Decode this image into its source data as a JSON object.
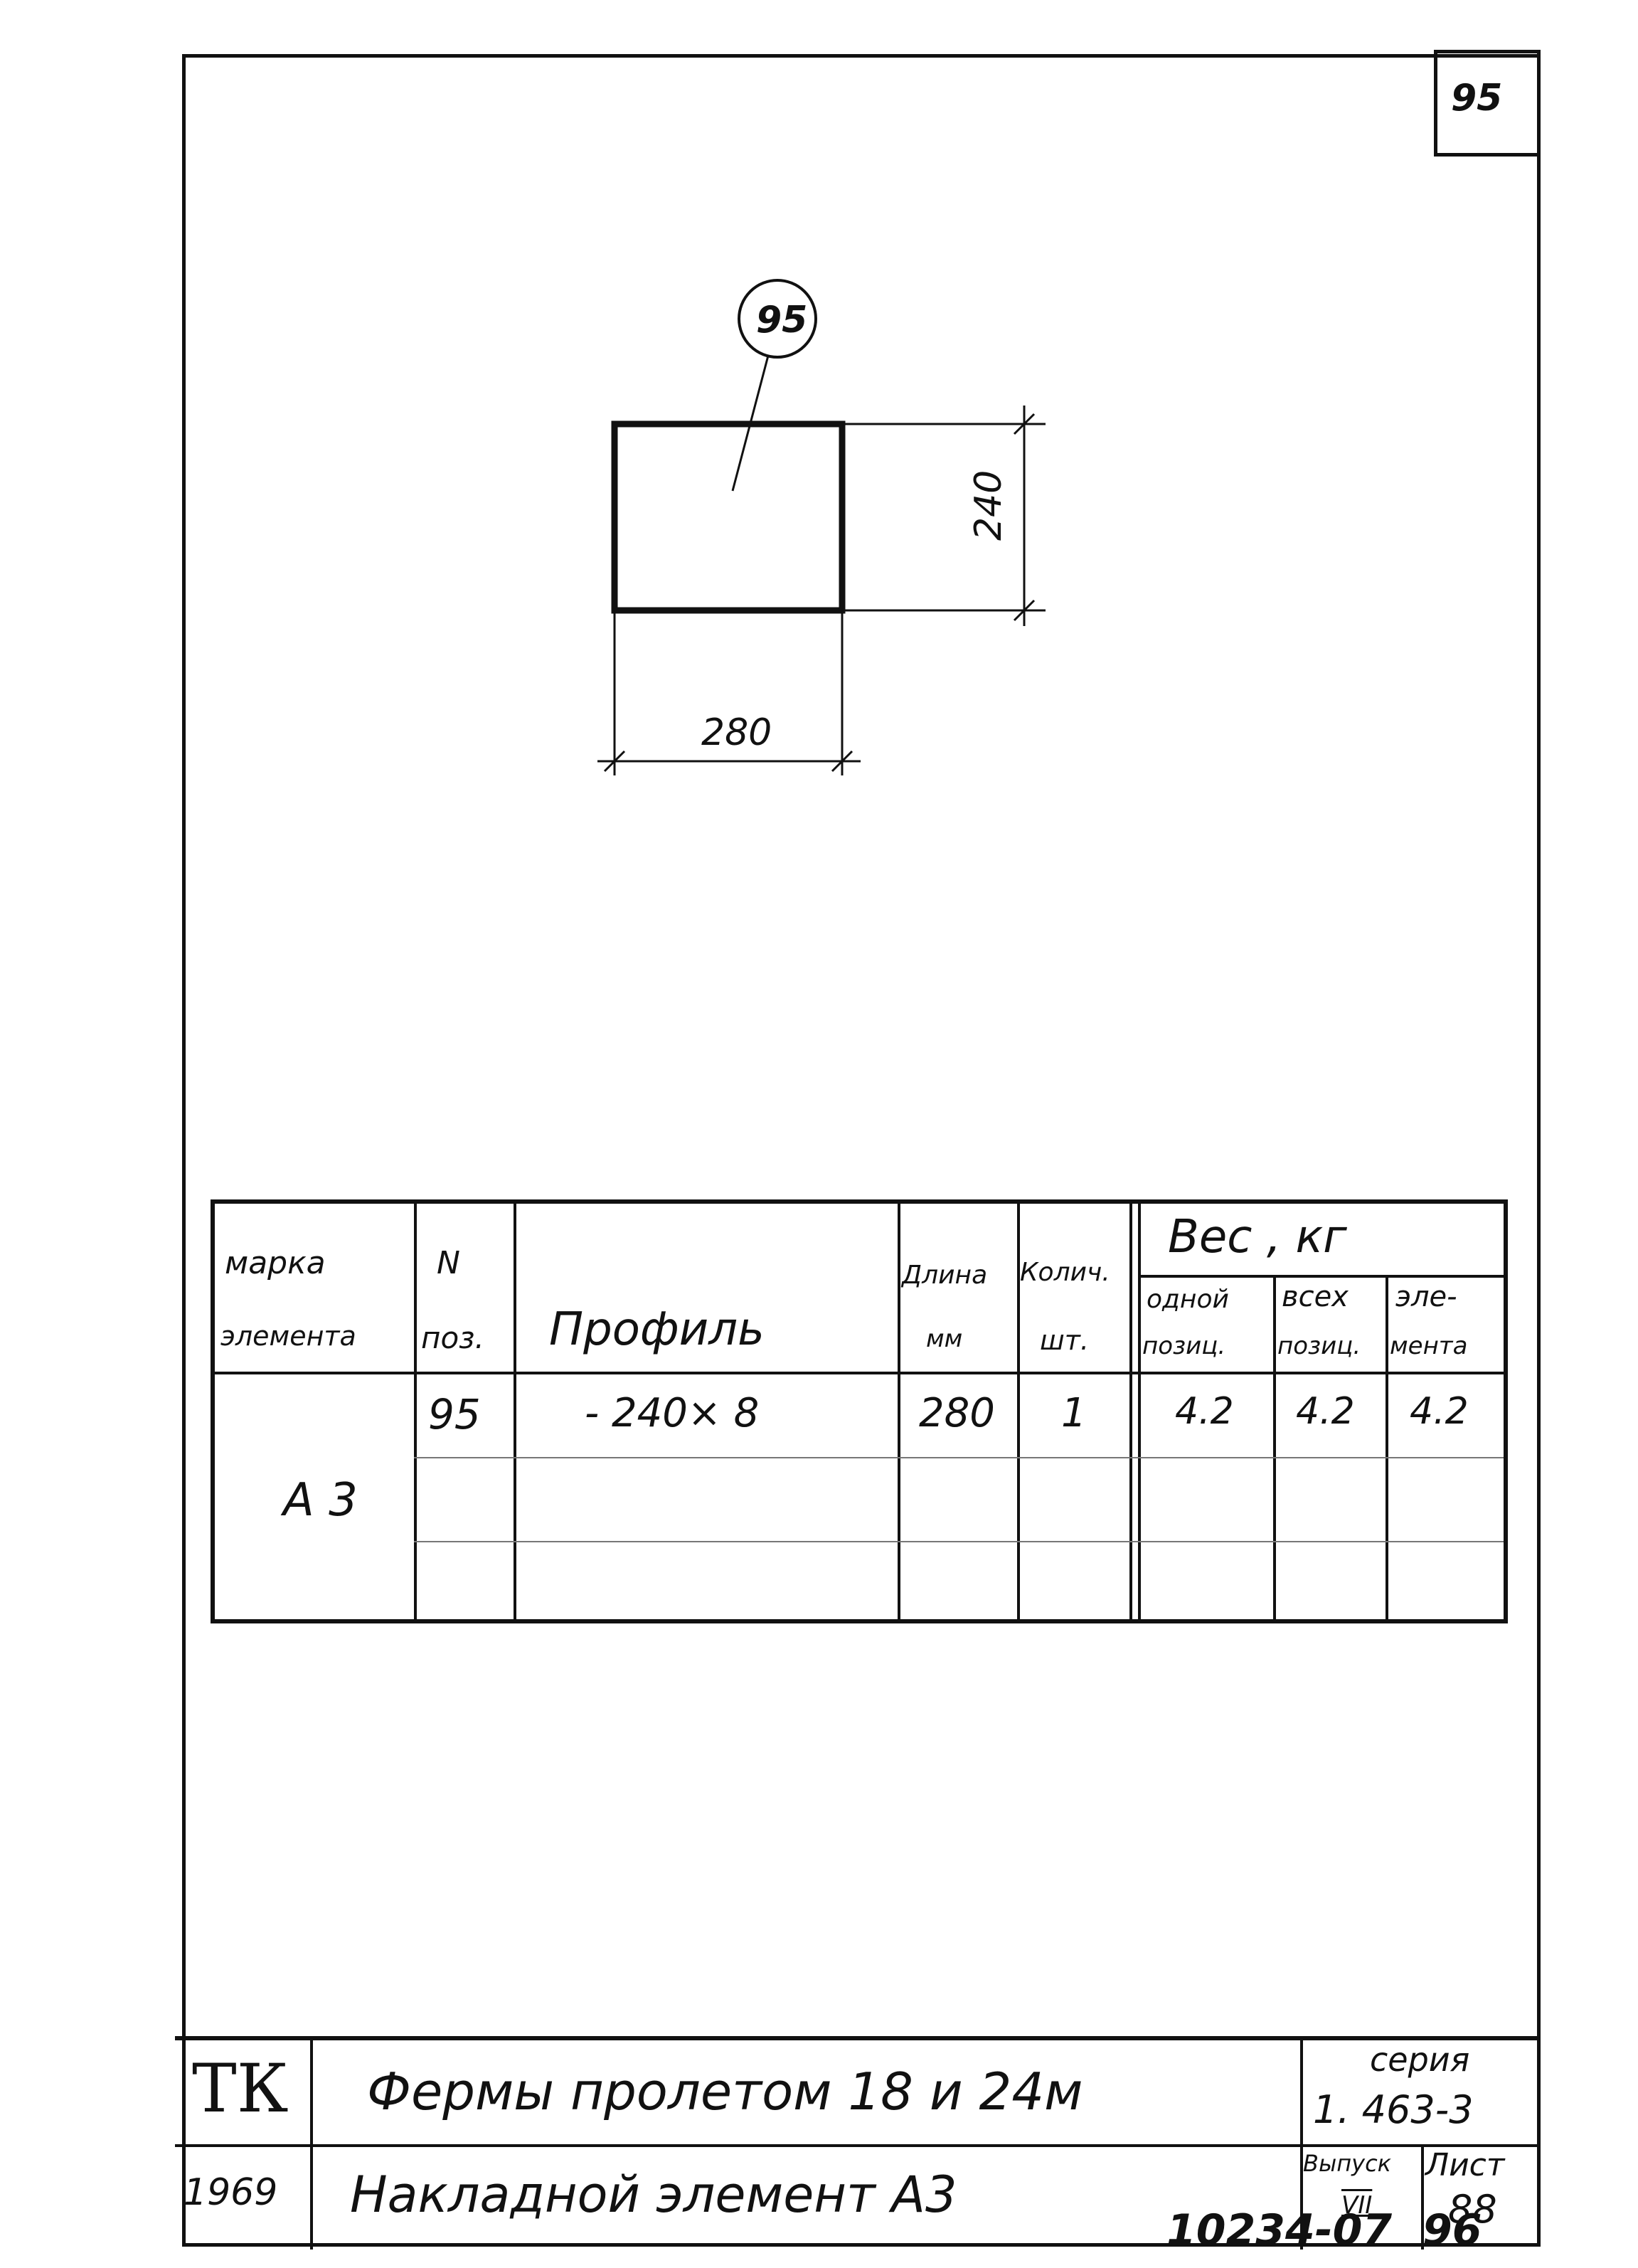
{
  "sheet_number": "95",
  "drawing": {
    "callout": "95",
    "dim_height": "240",
    "dim_width": "280"
  },
  "spec_table": {
    "headers": {
      "mark": [
        "марка",
        "элемента"
      ],
      "pos": [
        "N",
        "поз."
      ],
      "profile": "Профиль",
      "length": [
        "Длина",
        "мм"
      ],
      "qty": [
        "Колич.",
        "шт."
      ],
      "weight": "Вес , кг",
      "weight_one": [
        "одной",
        "позиц."
      ],
      "weight_all": [
        "всех",
        "позиц."
      ],
      "weight_elem": [
        "эле-",
        "мента"
      ]
    },
    "rows": [
      {
        "mark": "А 3",
        "pos": "95",
        "profile": "- 240× 8",
        "length": "280",
        "qty": "1",
        "w_one": "4.2",
        "w_all": "4.2",
        "w_elem": "4.2"
      }
    ]
  },
  "title_block": {
    "org": "ТК",
    "year": "1969",
    "title": "Фермы пролетом 18 и 24м",
    "subtitle": "Накладной элемент А3",
    "series_label": "серия",
    "series": "1. 463-3",
    "issue_label": "Выпуск",
    "issue": "VII",
    "sheet_label": "Лист",
    "sheet": "88"
  },
  "footer": {
    "code": "10234-07",
    "page": "96"
  }
}
